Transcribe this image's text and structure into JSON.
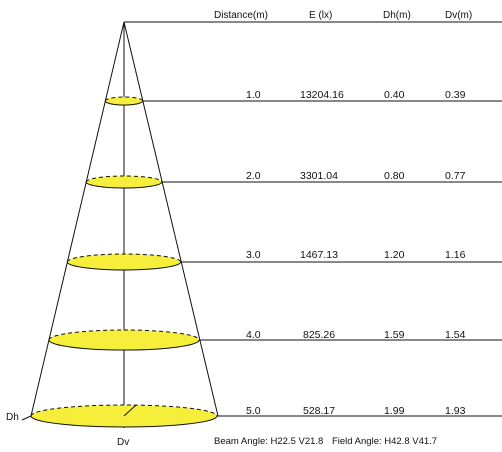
{
  "columns": [
    "Distance(m)",
    "E (lx)",
    "Dh(m)",
    "Dv(m)"
  ],
  "rows": [
    {
      "distance": "1.0",
      "lux": "13204.16",
      "dh": "0.40",
      "dv": "0.39"
    },
    {
      "distance": "2.0",
      "lux": "3301.04",
      "dh": "0.80",
      "dv": "0.77"
    },
    {
      "distance": "3.0",
      "lux": "1467.13",
      "dh": "1.20",
      "dv": "1.16"
    },
    {
      "distance": "4.0",
      "lux": "825.26",
      "dh": "1.59",
      "dv": "1.54"
    },
    {
      "distance": "5.0",
      "lux": "528.17",
      "dh": "1.99",
      "dv": "1.93"
    }
  ],
  "axis_labels": {
    "horizontal": "Dh",
    "vertical": "Dv"
  },
  "footer": {
    "beam": "Beam Angle: H22.5 V21.8",
    "field": "Field Angle: H42.8 V41.7"
  },
  "colors": {
    "spot_fill": "#f5ee3a",
    "line": "#111111"
  }
}
